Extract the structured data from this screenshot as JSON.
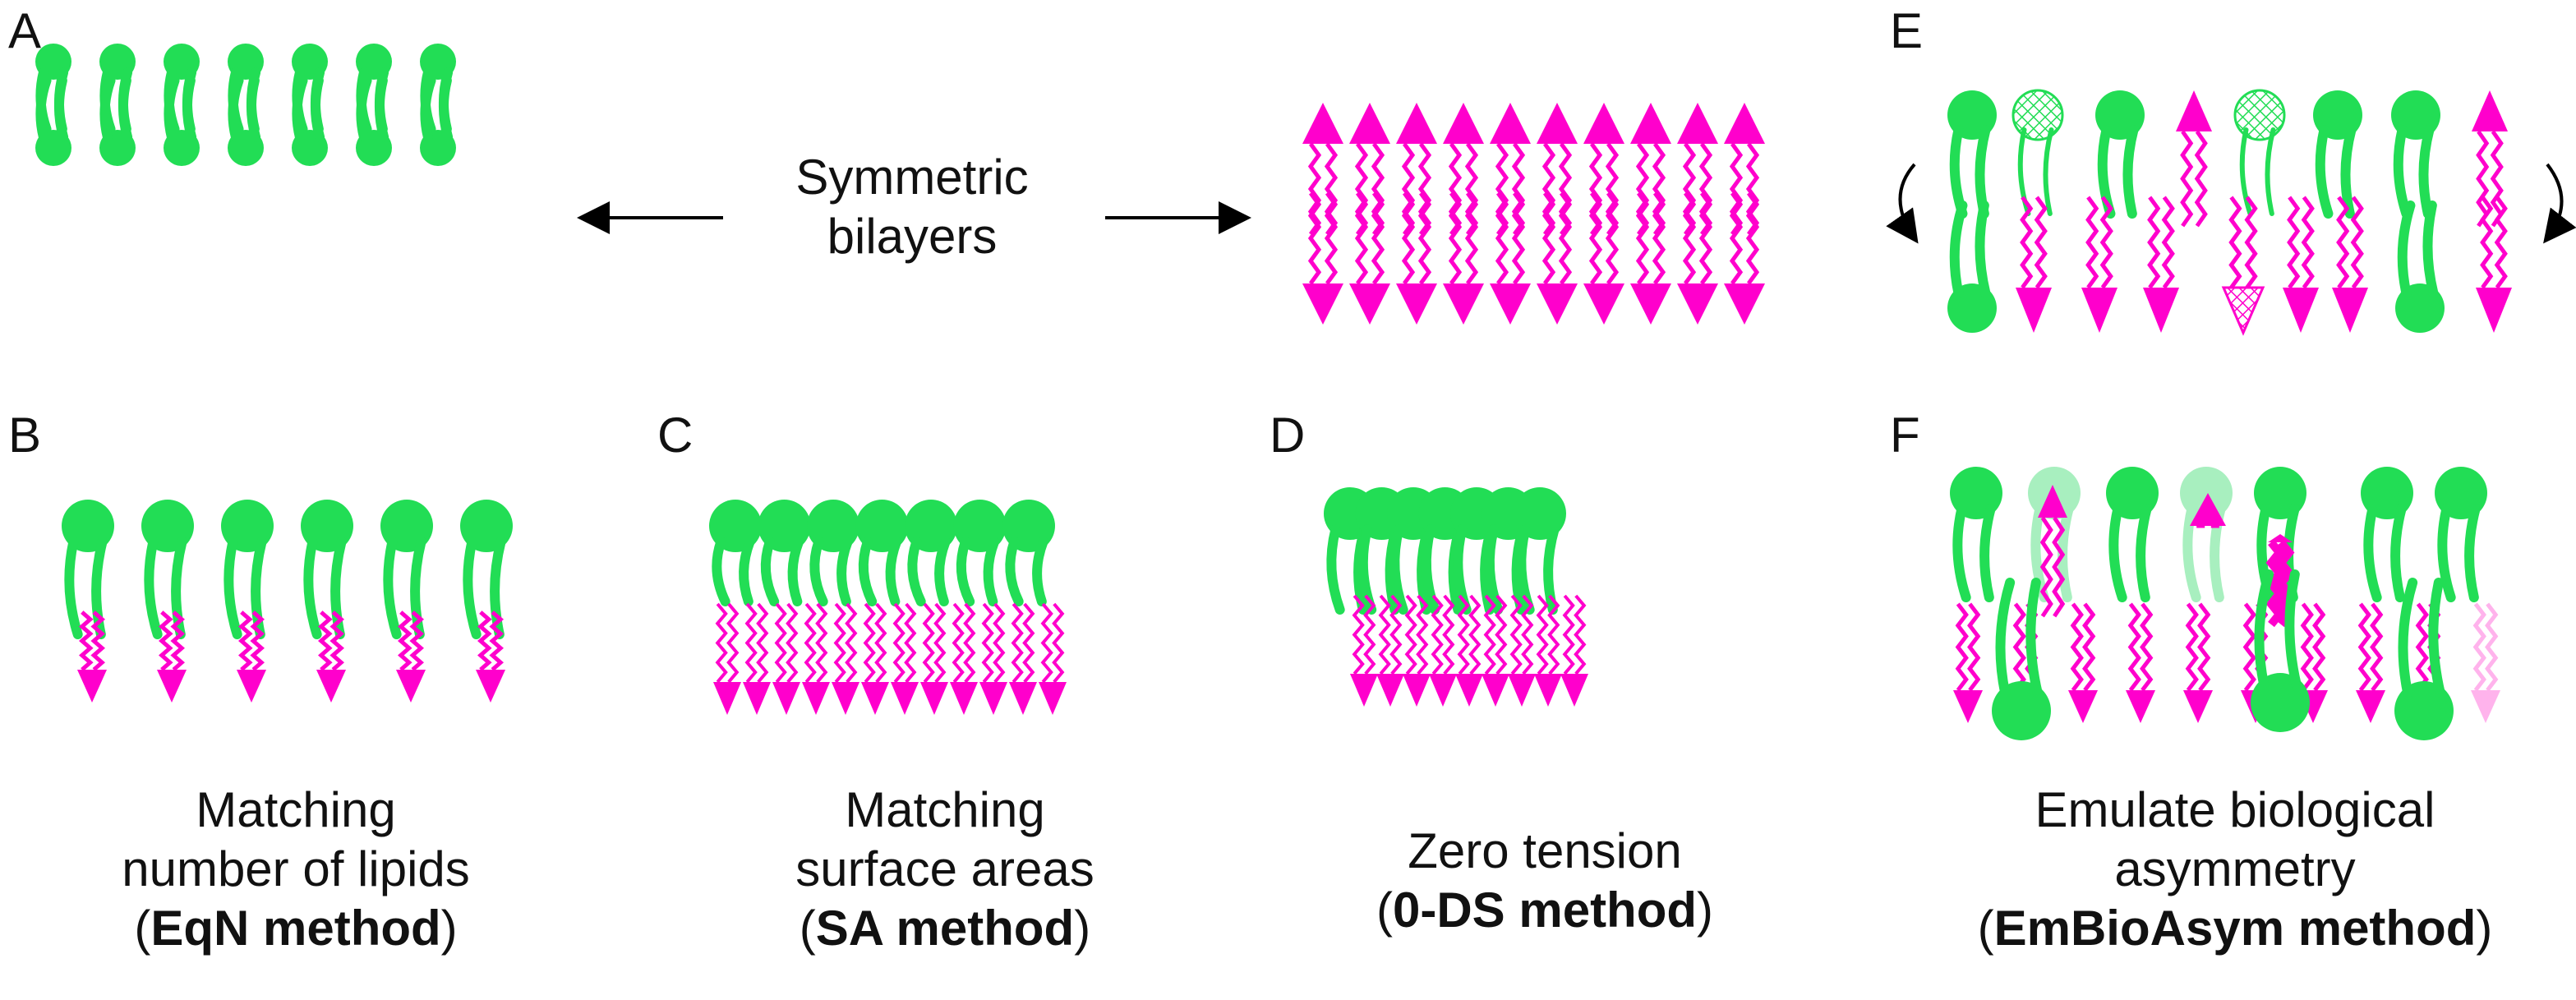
{
  "panels": {
    "A": "A",
    "B": "B",
    "C": "C",
    "D": "D",
    "E": "E",
    "F": "F"
  },
  "symmetric_label": {
    "line1": "Symmetric",
    "line2": "bilayers"
  },
  "captions": {
    "B": {
      "line1": "Matching",
      "line2": "number of lipids",
      "open": "(",
      "method": "EqN method",
      "close": ")"
    },
    "C": {
      "line1": "Matching",
      "line2": "surface areas",
      "open": "(",
      "method": "SA method",
      "close": ")"
    },
    "D": {
      "line1": "Zero tension",
      "open": "(",
      "method": "0-DS method",
      "close": ")"
    },
    "F": {
      "line1": "Emulate biological",
      "line2": "asymmetry",
      "open": "(",
      "method": "EmBioAsym method",
      "close": ")"
    }
  },
  "colors": {
    "green": "#22dd55",
    "magenta": "#ff00cc",
    "light_green": "#a8efbf",
    "light_magenta": "#ffb3ec"
  }
}
